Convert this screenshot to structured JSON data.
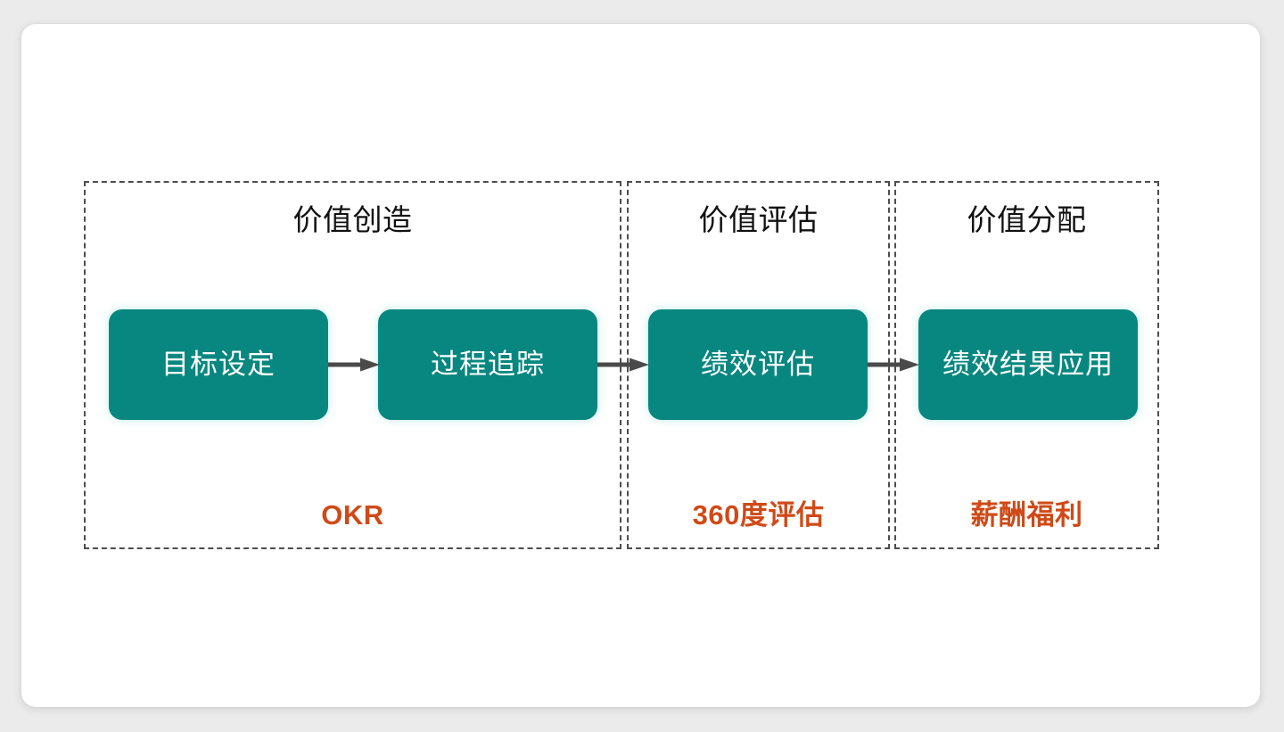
{
  "slide": {
    "background_color": "#ebebeb",
    "card_color": "#ffffff",
    "accent_teal": "#07877f",
    "accent_orange": "#cf4a17",
    "arrow_color": "#4a4a4a",
    "panel_border_color": "#4d4d4d"
  },
  "stages": [
    {
      "id": "value-creation",
      "title": "价值创造",
      "tag": "OKR",
      "steps": [
        {
          "id": "goal-setting",
          "label": "目标设定"
        },
        {
          "id": "process-tracking",
          "label": "过程追踪"
        }
      ]
    },
    {
      "id": "value-assessment",
      "title": "价值评估",
      "tag": "360度评估",
      "steps": [
        {
          "id": "performance-review",
          "label": "绩效评估"
        }
      ]
    },
    {
      "id": "value-allocation",
      "title": "价值分配",
      "tag": "薪酬福利",
      "steps": [
        {
          "id": "performance-result-application",
          "label": "绩效结果应用"
        }
      ]
    }
  ],
  "connectors": [
    {
      "id": "arrow-goal-to-process",
      "from": "goal-setting",
      "to": "process-tracking"
    },
    {
      "id": "arrow-process-to-review",
      "from": "process-tracking",
      "to": "performance-review"
    },
    {
      "id": "arrow-review-to-result",
      "from": "performance-review",
      "to": "performance-result-application"
    }
  ]
}
